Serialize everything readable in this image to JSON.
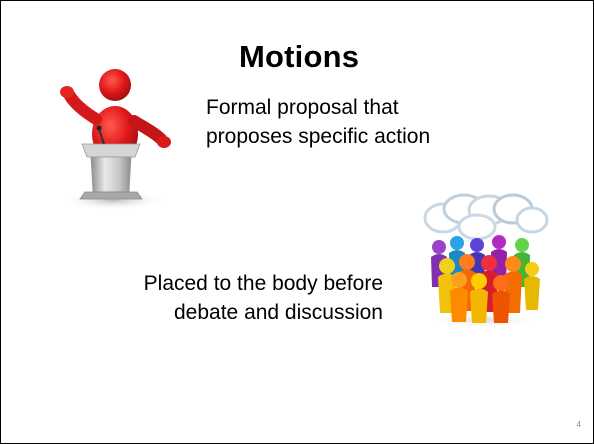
{
  "slide": {
    "title": "Motions",
    "point_1": "Formal proposal that\nproposes specific action",
    "point_2": "Placed to the body before\ndebate and discussion",
    "page_number": "4"
  },
  "art": {
    "speaker": "red-figure-at-podium-icon",
    "discussion": "colorful-people-speech-bubbles-icon"
  },
  "colors": {
    "figure_red": "#e0191b",
    "podium_gray": "#b8b8b8"
  }
}
